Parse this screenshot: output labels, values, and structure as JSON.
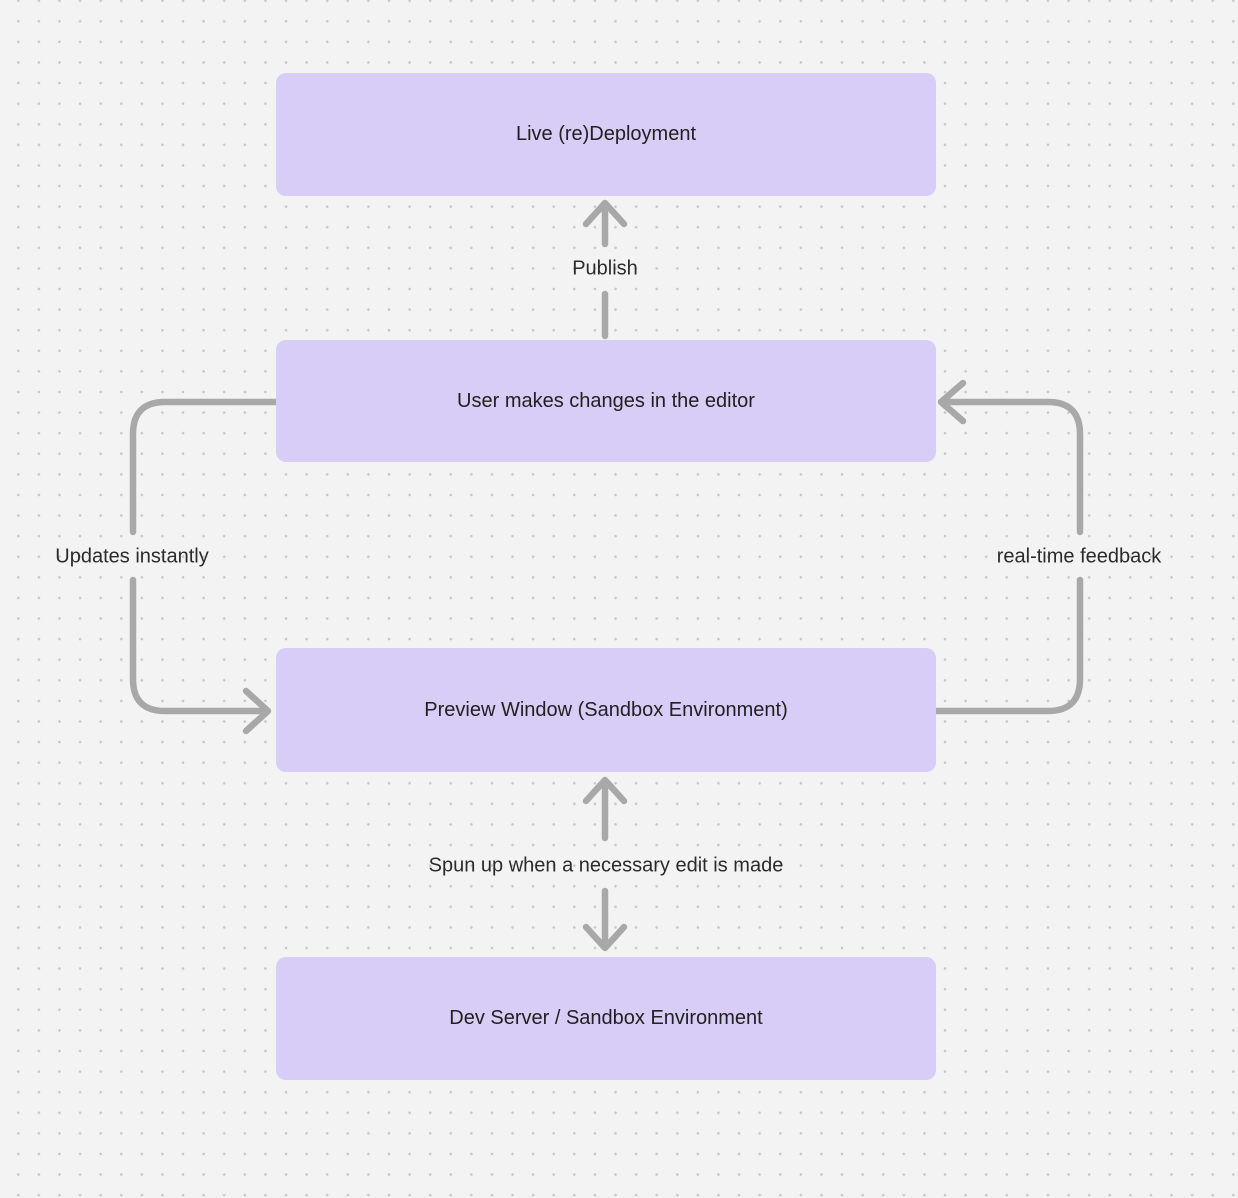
{
  "diagram": {
    "colors": {
      "background": "#f3f3f4",
      "grid_dot": "#c6c6c9",
      "node_fill": "#d7cdf6",
      "node_text": "#212121",
      "arrow": "#a8a8a8",
      "edge_label_text": "#2b2b2b"
    },
    "nodes": [
      {
        "id": "live-redeployment",
        "label": "Live (re)Deployment"
      },
      {
        "id": "editor-changes",
        "label": "User makes changes in the editor"
      },
      {
        "id": "preview-window",
        "label": "Preview Window (Sandbox Environment)"
      },
      {
        "id": "dev-server",
        "label": "Dev Server / Sandbox Environment"
      }
    ],
    "edges": [
      {
        "id": "publish",
        "from": "editor-changes",
        "to": "live-redeployment",
        "label": "Publish",
        "direction": "up"
      },
      {
        "id": "updates-instantly",
        "from": "editor-changes",
        "to": "preview-window",
        "label": "Updates instantly",
        "direction": "left-loop-down"
      },
      {
        "id": "real-time-feedback",
        "from": "preview-window",
        "to": "editor-changes",
        "label": "real-time feedback",
        "direction": "right-loop-up"
      },
      {
        "id": "spun-up",
        "from": "dev-server",
        "to": "preview-window",
        "label": "Spun up when a necessary edit is made",
        "direction": "bidirectional"
      }
    ]
  }
}
